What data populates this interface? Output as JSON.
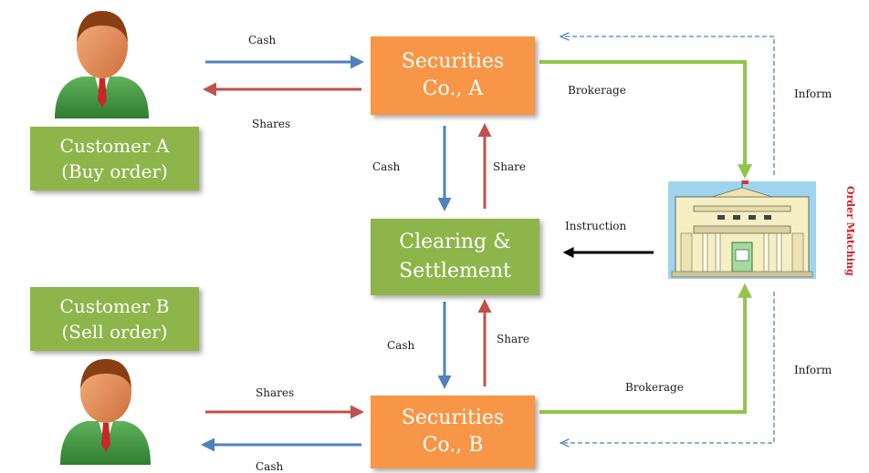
{
  "nodes": {
    "securities_a": {
      "line1": "Securities",
      "line2": "Co., A"
    },
    "securities_b": {
      "line1": "Securities",
      "line2": "Co., B"
    },
    "clearing": {
      "line1": "Clearing &",
      "line2": "Settlement"
    },
    "customer_a": {
      "line1": "Customer A",
      "line2": "(Buy order)"
    },
    "customer_b": {
      "line1": "Customer B",
      "line2": "(Sell order)"
    }
  },
  "labels": {
    "cash_top": "Cash",
    "shares_top": "Shares",
    "cash_mid_a": "Cash",
    "share_mid_a": "Share",
    "cash_mid_b": "Cash",
    "share_mid_b": "Share",
    "shares_bottom": "Shares",
    "cash_bottom": "Cash",
    "brokerage_a": "Brokerage",
    "brokerage_b": "Brokerage",
    "inform_top": "Inform",
    "inform_bottom": "Inform",
    "instruction": "Instruction",
    "order_matching": "Order Matching"
  },
  "colors": {
    "orange": "#f79646",
    "green": "#8db54a",
    "blue_arrow": "#4f81bd",
    "red_arrow": "#c0504d",
    "green_arrow": "#8fc64b",
    "order_matching_text": "#d21f1f"
  },
  "icons": [
    "person-icon",
    "person-icon",
    "stock-exchange-building-icon"
  ]
}
